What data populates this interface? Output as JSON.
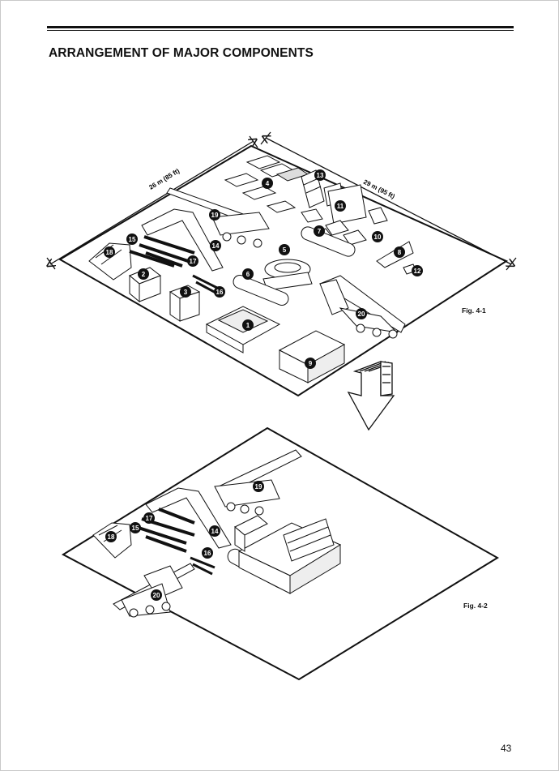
{
  "header": {
    "title": "ARRANGEMENT OF MAJOR COMPONENTS"
  },
  "figures": {
    "fig1": {
      "label": "Fig. 4-1",
      "dimension_left": "26 m (85 ft)",
      "dimension_right": "29 m (95 ft)",
      "callouts": [
        "1",
        "2",
        "3",
        "4",
        "5",
        "6",
        "7",
        "8",
        "9",
        "10",
        "11",
        "12",
        "13",
        "14",
        "15",
        "16",
        "17",
        "18",
        "19",
        "20"
      ]
    },
    "fig2": {
      "label": "Fig. 4-2",
      "callouts": [
        "14",
        "15",
        "16",
        "17",
        "18",
        "19",
        "20"
      ]
    }
  },
  "footer": {
    "page_number": "43"
  },
  "icons": {
    "direction_arrow": "down-arrow-icon"
  }
}
